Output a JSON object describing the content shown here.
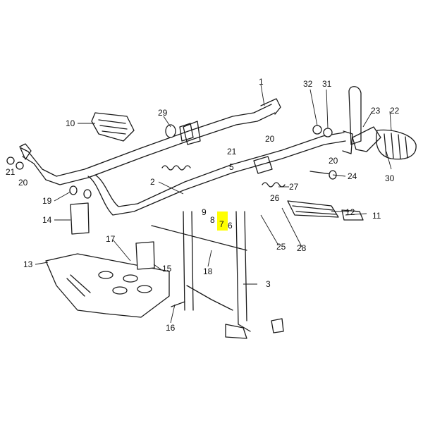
{
  "highlight_color": "#ffff00",
  "line_color": "#1a1a1a",
  "callouts": {
    "c1": "1",
    "c2": "2",
    "c3": "3",
    "c5": "5",
    "c6": "6",
    "c7": "7",
    "c8": "8",
    "c9": "9",
    "c10": "10",
    "c11": "11",
    "c12": "12",
    "c13": "13",
    "c14": "14",
    "c15": "15",
    "c16": "16",
    "c17": "17",
    "c18": "18",
    "c19": "19",
    "c20a": "20",
    "c20b": "20",
    "c20c": "20",
    "c21a": "21",
    "c21b": "21",
    "c22": "22",
    "c23": "23",
    "c24": "24",
    "c25": "25",
    "c26": "26",
    "c27": "27",
    "c28": "28",
    "c29": "29",
    "c30": "30",
    "c31": "31",
    "c32": "32"
  },
  "highlighted_callout": "7"
}
